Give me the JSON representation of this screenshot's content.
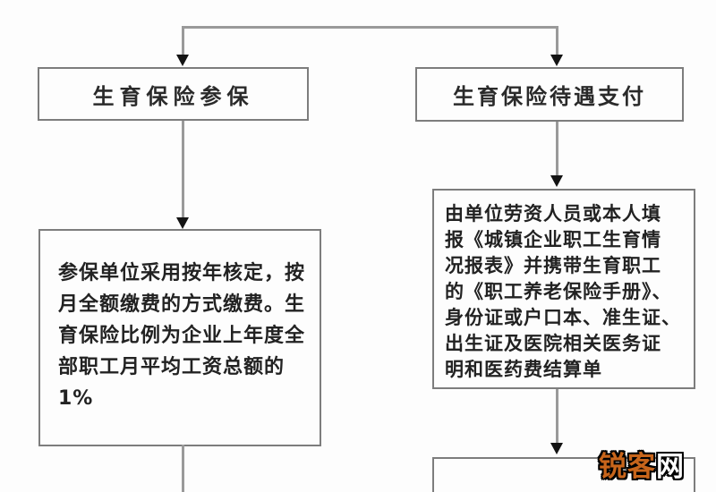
{
  "flowchart": {
    "nodes": {
      "enrollment_title": "生育保险参保",
      "payment_title": "生育保险待遇支付",
      "enrollment_detail_lines": [
        "参保单位采用按年核定，按",
        "月全额缴费的方式缴费。生",
        "育保险比例为企业上年度全",
        "部职工月平均工资总额的",
        "1%"
      ],
      "payment_detail_lines": [
        "由单位劳资人员或本人填",
        "报《城镇企业职工生育情",
        "况报表》并携带生育职工",
        "的《职工养老保险手册》、",
        "身份证或户口本、准生证、",
        "出生证及医院相关医务证",
        "明和医药费结算单"
      ]
    },
    "colors": {
      "connector": "#9a9a9a",
      "node_border": "#7d7d7d",
      "arrow": "#141414",
      "text": "#222222",
      "background": "#fdfdfd"
    }
  },
  "watermark": {
    "text_primary": "锐客",
    "text_secondary": "网",
    "color_primary": "#c8651b",
    "color_secondary": "#ffffff",
    "outline_color": "#000000"
  }
}
